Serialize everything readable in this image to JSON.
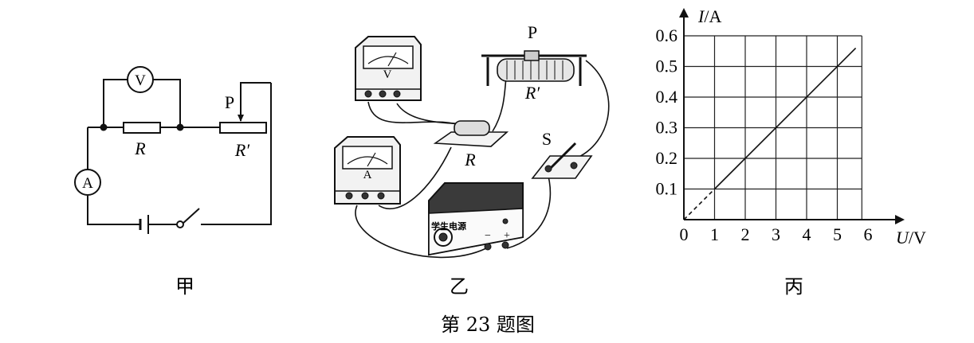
{
  "figure_caption": "第 23 题图",
  "panels": {
    "jia": {
      "caption": "甲",
      "voltmeter_letter": "V",
      "ammeter_letter": "A",
      "resistor_label": "R",
      "rheostat_label": "R′",
      "slider_label": "P"
    },
    "yi": {
      "caption": "乙",
      "voltmeter_letter": "V",
      "ammeter_letter": "A",
      "resistor_label": "R",
      "rheostat_label": "R′",
      "slider_label": "P",
      "switch_label": "S",
      "power_supply_label": "学生电源",
      "power_minus": "−",
      "power_plus": "+"
    },
    "bing": {
      "caption": "丙",
      "ylabel_var": "I",
      "ylabel_unit": "/A",
      "xlabel_var": "U",
      "xlabel_unit": "/V"
    }
  },
  "chart_data": {
    "type": "line",
    "title": "",
    "xlabel": "U/V",
    "ylabel": "I/A",
    "xlim": [
      0,
      6
    ],
    "ylim": [
      0,
      0.6
    ],
    "x_ticks": [
      "0",
      "1",
      "2",
      "3",
      "4",
      "5",
      "6"
    ],
    "y_ticks": [
      "0.1",
      "0.2",
      "0.3",
      "0.4",
      "0.5",
      "0.6"
    ],
    "grid": true,
    "series": [
      {
        "style": "solid",
        "x": [
          1,
          5.6
        ],
        "y": [
          0.1,
          0.56
        ]
      },
      {
        "style": "dashed",
        "x": [
          0,
          1
        ],
        "y": [
          0,
          0.1
        ]
      }
    ]
  }
}
